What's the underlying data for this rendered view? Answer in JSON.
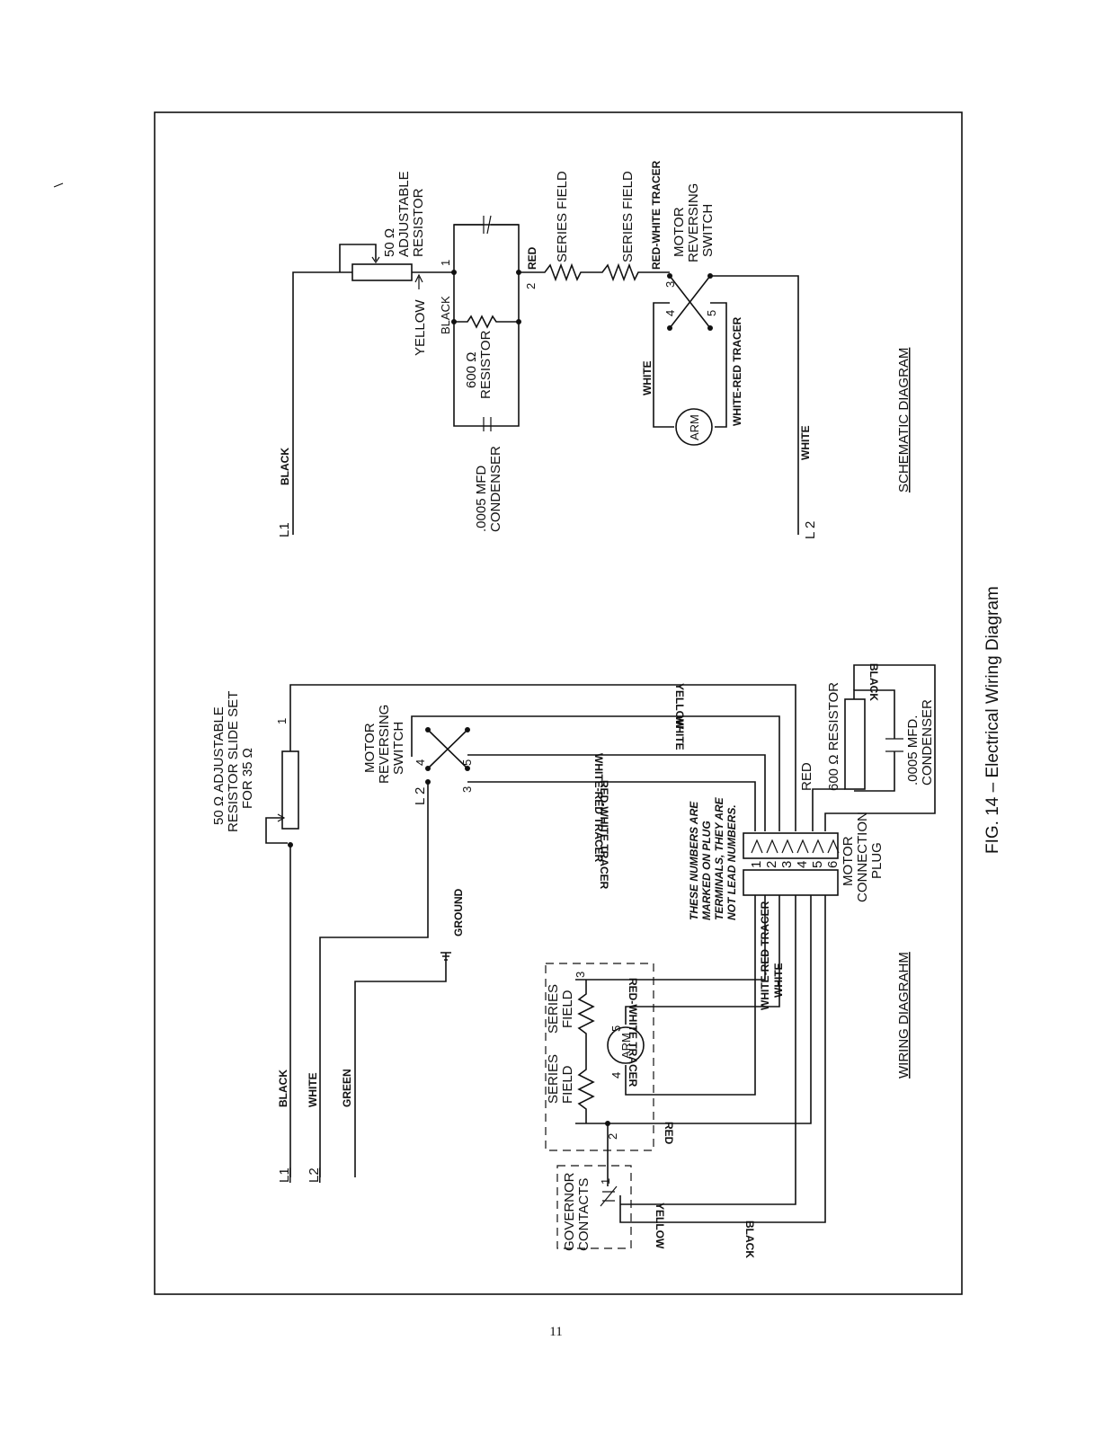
{
  "figure_caption": "FIG. 14 – Electrical Wiring Diagram",
  "page_number": "11",
  "schematic": {
    "title": "SCHEMATIC DIAGRAM",
    "l1": "L1",
    "l2": "L 2",
    "black": "BLACK",
    "white": "WHITE",
    "resistor_50_line1": "50 Ω",
    "resistor_50_line2": "ADJUSTABLE",
    "resistor_50_line3": "RESISTOR",
    "yellow": "YELLOW",
    "black_small": "BLACK",
    "resistor_600_line1": "600 Ω",
    "resistor_600_line2": "RESISTOR",
    "condenser_line1": ".0005 MFD",
    "condenser_line2": "CONDENSER",
    "node1": "1",
    "node2": "2",
    "red": "RED",
    "series_field_1": "SERIES FIELD",
    "series_field_2": "SERIES FIELD",
    "red_white_tracer": "RED-WHITE TRACER",
    "switch_line1": "MOTOR",
    "switch_line2": "REVERSING",
    "switch_line3": "SWITCH",
    "sw3": "3",
    "sw4": "4",
    "sw5": "5",
    "white_switch": "WHITE",
    "white_red_tracer": "WHITE-RED TRACER",
    "arm": "ARM"
  },
  "wiring": {
    "title": "WIRING DIAGRAHM",
    "l1": "L1",
    "l2": "L2",
    "black": "BLACK",
    "white": "WHITE",
    "green": "GREEN",
    "ground": "GROUND",
    "resistor_50_line1": "50 Ω ADJUSTABLE",
    "resistor_50_line2": "RESISTOR SLIDE SET",
    "resistor_50_line3": "FOR 35 Ω",
    "term1": "1",
    "switch_line1": "MOTOR",
    "switch_line2": "REVERSING",
    "switch_line3": "SWITCH",
    "sw3": "3",
    "sw4": "4",
    "sw5": "5",
    "l2_switch": "L 2",
    "yellow_top": "YELLOW",
    "white_wire": "WHITE",
    "white_red_tracer_wire": "WHITE-RED TRACER",
    "red_white_tracer_wire": "RED-WHITE TRACER",
    "red_label": "RED",
    "resistor_600": "600 Ω RESISTOR",
    "condenser_line1": ".0005 MFD.",
    "condenser_line2": "CONDENSER",
    "black_top": "BLACK",
    "plug_line1": "MOTOR",
    "plug_line2": "CONNECTION",
    "plug_line3": "PLUG",
    "plug_numbers": [
      "1",
      "2",
      "3",
      "4",
      "5",
      "6"
    ],
    "note_line1": "THESE NUMBERS ARE",
    "note_line2": "MARKED ON PLUG",
    "note_line3": "TERMINALS, THEY ARE",
    "note_line4": "NOT LEAD NUMBERS.",
    "series_field_a1": "SERIES",
    "series_field_a2": "FIELD",
    "series_field_b1": "SERIES",
    "series_field_b2": "FIELD",
    "arm": "ARM",
    "arm4": "4",
    "arm5": "5",
    "sf3": "3",
    "sf2": "2",
    "red_white_tracer_bottom": "RED-WHITE TRACER",
    "white_red_tracer_bottom": "WHITE-RED TRACER",
    "white_bottom": "WHITE",
    "red_bottom": "RED",
    "governor_line1": "GOVERNOR",
    "governor_line2": "CONTACTS",
    "gov1": "1",
    "yellow_bottom": "YELLOW",
    "black_bottom": "BLACK"
  }
}
